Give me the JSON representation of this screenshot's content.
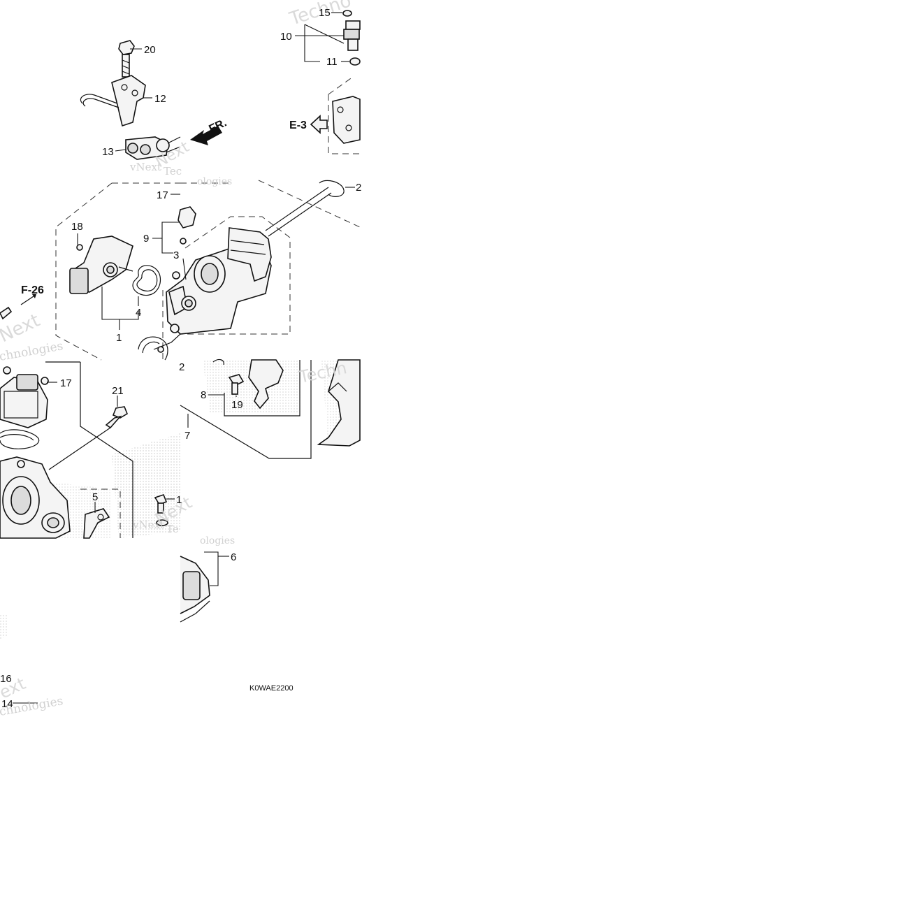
{
  "diagram": {
    "part_labels": [
      {
        "id": "20",
        "text": "20"
      },
      {
        "id": "12",
        "text": "12"
      },
      {
        "id": "13",
        "text": "13"
      },
      {
        "id": "15",
        "text": "15"
      },
      {
        "id": "10",
        "text": "10"
      },
      {
        "id": "11",
        "text": "11"
      },
      {
        "id": "17a",
        "text": "17"
      },
      {
        "id": "2a",
        "text": "2"
      },
      {
        "id": "18",
        "text": "18"
      },
      {
        "id": "9",
        "text": "9"
      },
      {
        "id": "3",
        "text": "3"
      },
      {
        "id": "4",
        "text": "4"
      },
      {
        "id": "1",
        "text": "1"
      },
      {
        "id": "2b",
        "text": "2"
      },
      {
        "id": "17b",
        "text": "17"
      },
      {
        "id": "21",
        "text": "21"
      },
      {
        "id": "8",
        "text": "8"
      },
      {
        "id": "19",
        "text": "19"
      },
      {
        "id": "7",
        "text": "7"
      },
      {
        "id": "5",
        "text": "5"
      },
      {
        "id": "1b",
        "text": "1"
      },
      {
        "id": "6",
        "text": "6"
      },
      {
        "id": "16",
        "text": "16"
      },
      {
        "id": "14",
        "text": "14"
      }
    ],
    "references": {
      "e3": "E-3",
      "f26": "F-26",
      "front": "FR."
    },
    "drawing_code": "K0WAE2200",
    "watermarks": {
      "w1": "Techno",
      "w2": "vNext",
      "w3": "Tec",
      "w4": "ologies",
      "w5": "Next",
      "w6": "chnologies",
      "w7": "Techn",
      "w8": "vNext",
      "w9": "Te",
      "w10": "ologies",
      "w11": "Next",
      "w12": "chnologies",
      "w13": "Next",
      "w14": "ext"
    }
  }
}
